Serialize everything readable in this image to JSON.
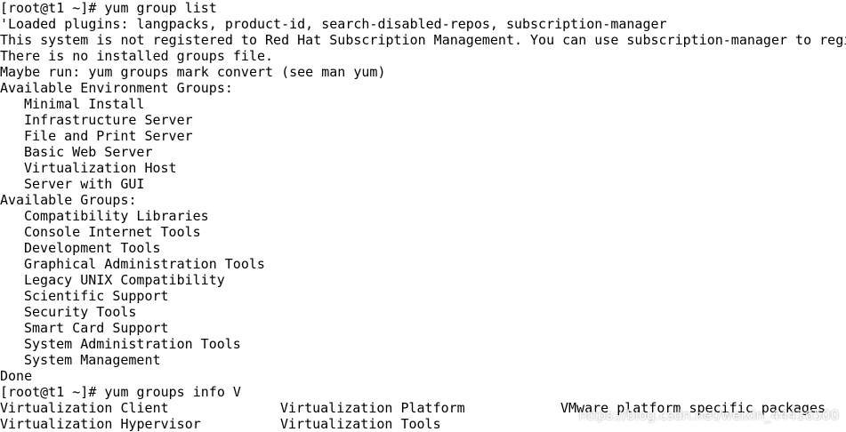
{
  "terminal": {
    "lines": [
      "[root@t1 ~]# yum group list",
      "'Loaded plugins: langpacks, product-id, search-disabled-repos, subscription-manager",
      "This system is not registered to Red Hat Subscription Management. You can use subscription-manager to regi",
      "There is no installed groups file.",
      "Maybe run: yum groups mark convert (see man yum)",
      "Available Environment Groups:"
    ],
    "environment_groups": [
      "Minimal Install",
      "Infrastructure Server",
      "File and Print Server",
      "Basic Web Server",
      "Virtualization Host",
      "Server with GUI"
    ],
    "groups_header": "Available Groups:",
    "groups": [
      "Compatibility Libraries",
      "Console Internet Tools",
      "Development Tools",
      "Graphical Administration Tools",
      "Legacy UNIX Compatibility",
      "Scientific Support",
      "Security Tools",
      "Smart Card Support",
      "System Administration Tools",
      "System Management"
    ],
    "done": "Done",
    "prompt2": "[root@t1 ~]# yum groups info V",
    "completions": [
      [
        "Virtualization Client",
        "Virtualization Platform",
        "VMware platform specific packages"
      ],
      [
        "Virtualization Hypervisor",
        "Virtualization Tools",
        ""
      ]
    ]
  },
  "watermark": "https://blog.csdn.net/weixin_44416500"
}
